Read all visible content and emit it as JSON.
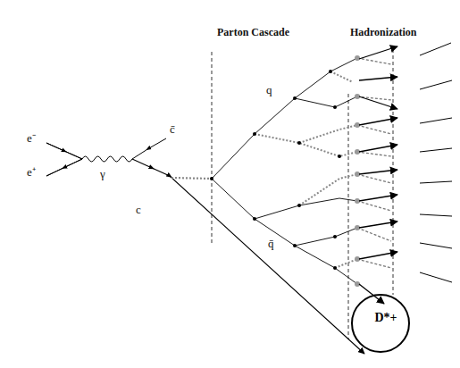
{
  "diagram": {
    "nodes": [
      {
        "text": [
          "D*+"
        ]
      }
    ],
    "labels": [
      "Parton Cascade",
      "Hadronization",
      "e⁻",
      "e⁺",
      "γ",
      "c̄",
      "c",
      "q",
      "q̄"
    ]
  }
}
